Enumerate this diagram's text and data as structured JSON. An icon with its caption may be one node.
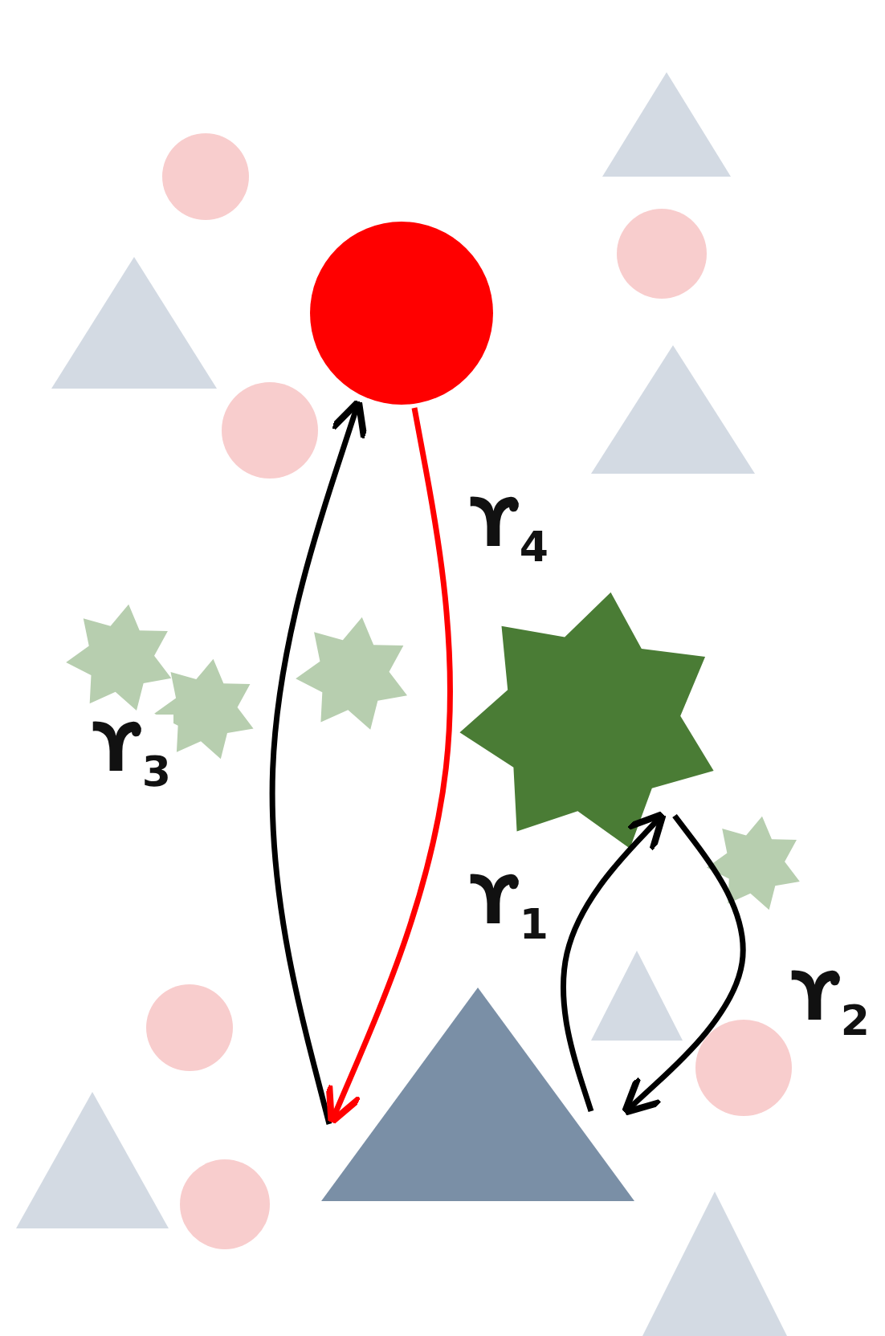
{
  "diagram": {
    "nodes": [
      {
        "text": [],
        "shape": "circle"
      },
      {
        "text": [],
        "shape": "star"
      },
      {
        "text": [],
        "shape": "triangle"
      },
      {
        "text": [],
        "shape": "triangle"
      },
      {
        "text": [],
        "shape": "circle"
      },
      {
        "text": [],
        "shape": "circle"
      },
      {
        "text": [],
        "shape": "triangle"
      },
      {
        "text": [],
        "shape": "triangle"
      },
      {
        "text": [],
        "shape": "circle"
      },
      {
        "text": [],
        "shape": "star"
      },
      {
        "text": [],
        "shape": "star"
      },
      {
        "text": [],
        "shape": "star"
      },
      {
        "text": [],
        "shape": "star"
      },
      {
        "text": [],
        "shape": "triangle"
      },
      {
        "text": [],
        "shape": "circle"
      },
      {
        "text": [],
        "shape": "circle"
      },
      {
        "text": [],
        "shape": "triangle"
      },
      {
        "text": [],
        "shape": "circle"
      },
      {
        "text": [],
        "shape": "triangle"
      }
    ],
    "edges": [
      {
        "from": 2,
        "to": 0,
        "arrow": "to",
        "label": "ϒ$_{3}$"
      },
      {
        "from": 0,
        "to": 2,
        "arrow": "to",
        "label": "ϒ$_{4}$",
        "color": "#ff0000"
      },
      {
        "from": 2,
        "to": 1,
        "arrow": "to",
        "label": "ϒ$_{1}$"
      },
      {
        "from": 1,
        "to": 2,
        "arrow": "to",
        "label": "ϒ$_{2}$"
      }
    ]
  }
}
